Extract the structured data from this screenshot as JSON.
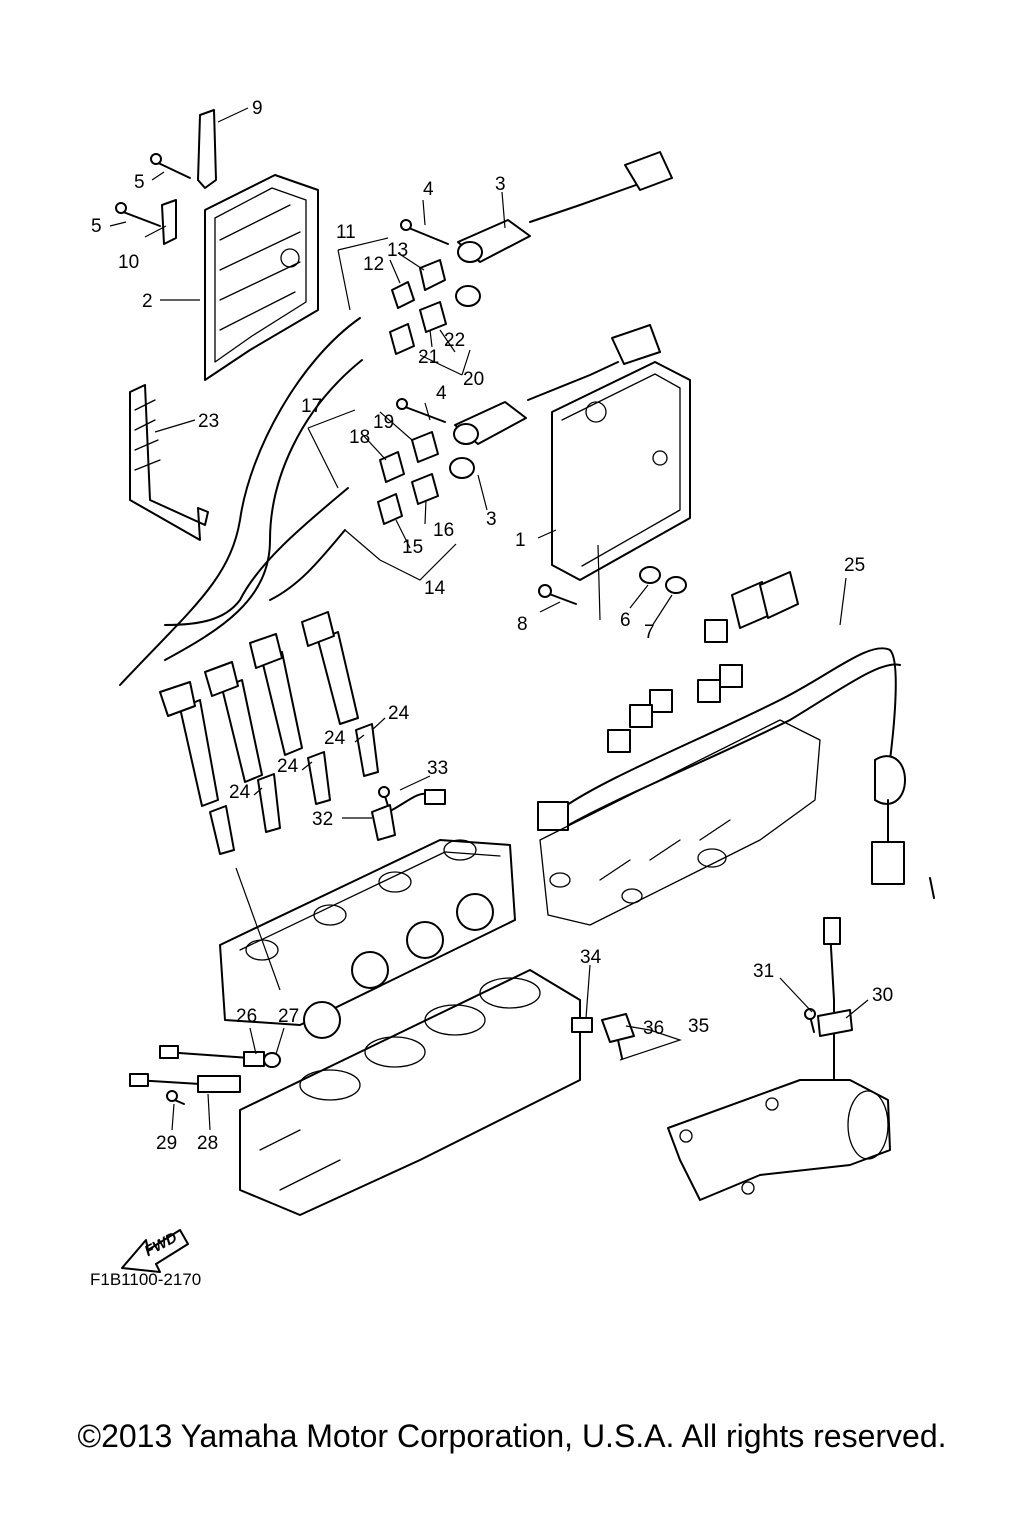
{
  "diagram_code": "F1B1100-2170",
  "copyright": "©2013 Yamaha Motor Corporation, U.S.A. All rights reserved.",
  "fwd_label": "FWD",
  "callouts": {
    "c1": "1",
    "c2": "2",
    "c3a": "3",
    "c3b": "3",
    "c4a": "4",
    "c4b": "4",
    "c5a": "5",
    "c5b": "5",
    "c6": "6",
    "c7": "7",
    "c8": "8",
    "c9": "9",
    "c10": "10",
    "c11": "11",
    "c12": "12",
    "c13": "13",
    "c14": "14",
    "c15": "15",
    "c16": "16",
    "c17": "17",
    "c18": "18",
    "c19": "19",
    "c20": "20",
    "c21": "21",
    "c22": "22",
    "c23": "23",
    "c24a": "24",
    "c24b": "24",
    "c24c": "24",
    "c24d": "24",
    "c25": "25",
    "c26": "26",
    "c27": "27",
    "c28": "28",
    "c29": "29",
    "c30": "30",
    "c31": "31",
    "c32": "32",
    "c33": "33",
    "c34": "34",
    "c35": "35",
    "c36": "36"
  }
}
